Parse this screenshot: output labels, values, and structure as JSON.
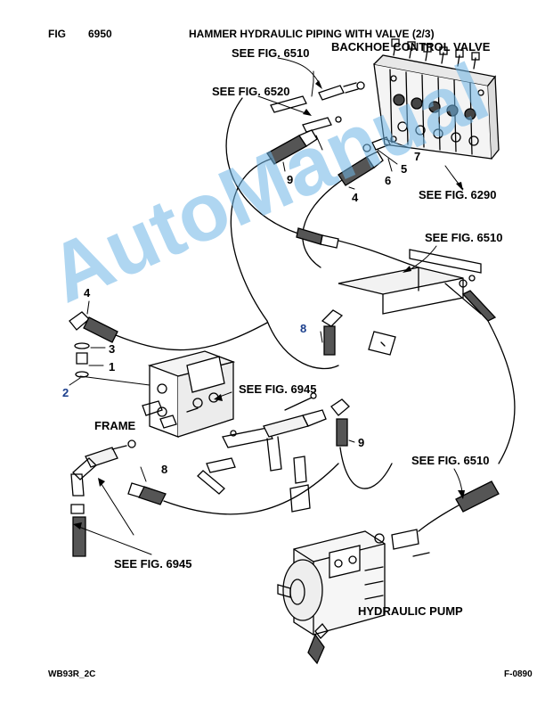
{
  "header": {
    "fig_label": "FIG",
    "fig_number": "6950",
    "title": "HAMMER HYDRAULIC PIPING WITH VALVE (2/3)"
  },
  "components": {
    "backhoe_control_valve": "BACKHOE CONTROL VALVE",
    "frame": "FRAME",
    "hydraulic_pump": "HYDRAULIC PUMP"
  },
  "references": {
    "fig_6510_top": "SEE FIG. 6510",
    "fig_6520": "SEE FIG. 6520",
    "fig_6290": "SEE FIG. 6290",
    "fig_6510_mid": "SEE FIG. 6510",
    "fig_6945_mid": "SEE FIG. 6945",
    "fig_6510_low": "SEE FIG. 6510",
    "fig_6945_bottom": "SEE FIG. 6945"
  },
  "callouts": {
    "c9_top": "9",
    "c4_top": "4",
    "c6": "6",
    "c5": "5",
    "c7": "7",
    "c4_left": "4",
    "c3": "3",
    "c1": "1",
    "c2": "2",
    "c8_mid": "8",
    "c9_mid": "9",
    "c8_low": "8"
  },
  "footer": {
    "model": "WB93R_2C",
    "code": "F-0890"
  },
  "watermark": "AutoManual",
  "colors": {
    "watermark": "#6fb6e6",
    "callout_highlight": "#1a3e8c",
    "line": "#000000",
    "hose_fill": "#555555"
  }
}
